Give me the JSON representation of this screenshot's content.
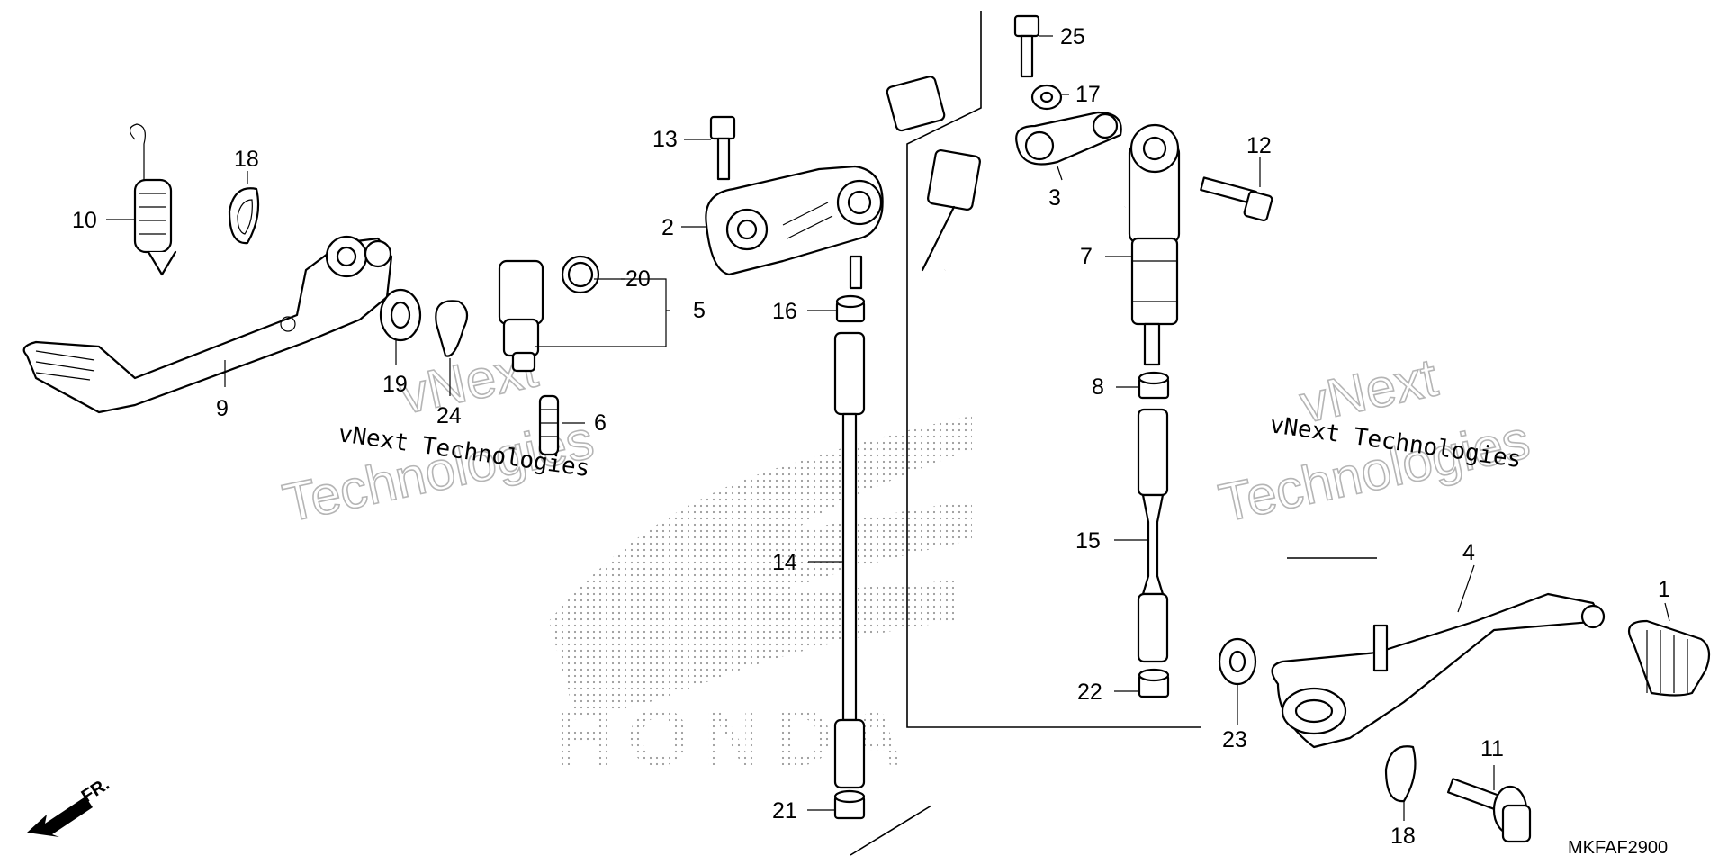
{
  "diagram": {
    "brand_logo": "HONDA",
    "watermark": {
      "line1": "vNext Technologies",
      "outline_line1": "vNext",
      "outline_line2": "Technologies"
    },
    "direction_label": "FR.",
    "diagram_code": "MKFAF2900",
    "callouts": {
      "p1": "1",
      "p2": "2",
      "p3": "3",
      "p4": "4",
      "p5": "5",
      "p6": "6",
      "p7": "7",
      "p8": "8",
      "p9": "9",
      "p10": "10",
      "p11": "11",
      "p12": "12",
      "p13": "13",
      "p14": "14",
      "p15": "15",
      "p16": "16",
      "p17": "17",
      "p18a": "18",
      "p18b": "18",
      "p19": "19",
      "p20": "20",
      "p21": "21",
      "p22": "22",
      "p23": "23",
      "p24": "24",
      "p25": "25"
    }
  }
}
